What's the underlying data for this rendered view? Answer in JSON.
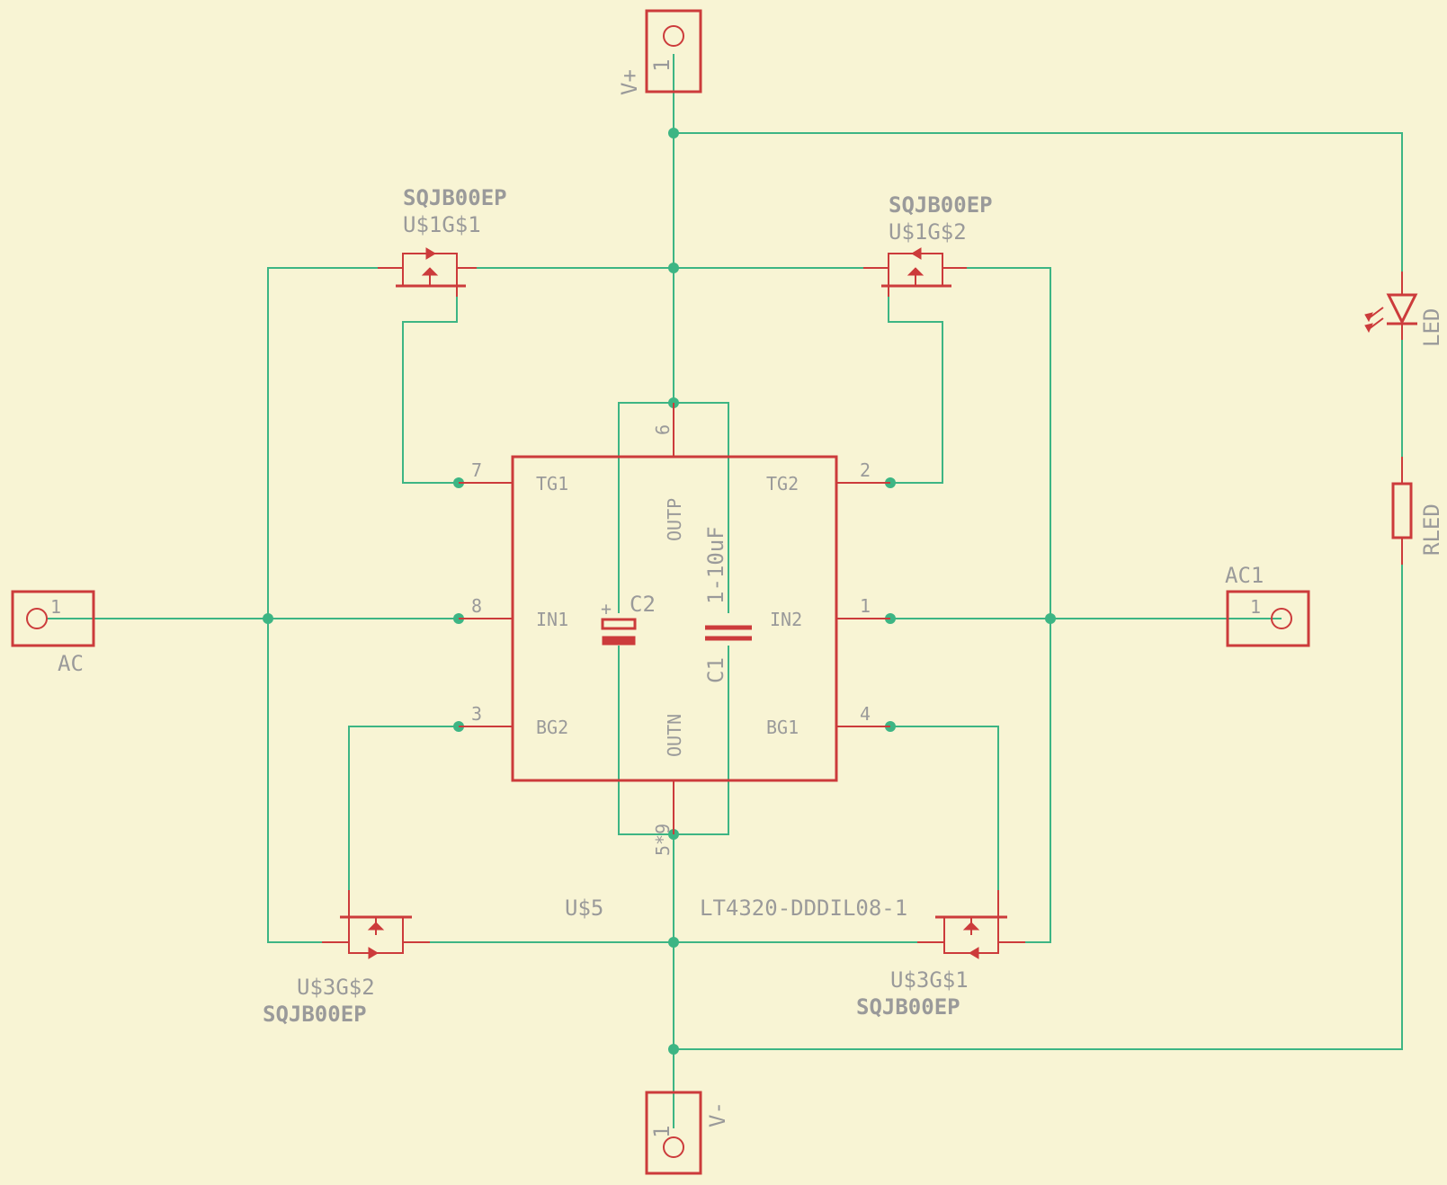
{
  "colors": {
    "background": "#f8f4d4",
    "wire": "#3db584",
    "symbol": "#cc3b3b",
    "label": "#9a9a9a"
  },
  "connectors": {
    "vplus": {
      "name": "V+",
      "pin": "1"
    },
    "vminus": {
      "name": "V-",
      "pin": "1"
    },
    "ac": {
      "name": "AC",
      "pin": "1"
    },
    "ac1": {
      "name": "AC1",
      "pin": "1"
    }
  },
  "ic": {
    "name": "U$5",
    "value": "LT4320-DDDIL08-1",
    "pins": {
      "tg1": {
        "label": "TG1",
        "num": "7"
      },
      "in1": {
        "label": "IN1",
        "num": "8"
      },
      "bg2": {
        "label": "BG2",
        "num": "3"
      },
      "tg2": {
        "label": "TG2",
        "num": "2"
      },
      "in2": {
        "label": "IN2",
        "num": "1"
      },
      "bg1": {
        "label": "BG1",
        "num": "4"
      },
      "outp": {
        "label": "OUTP",
        "num": "6"
      },
      "outn": {
        "label": "OUTN",
        "num": "5*9"
      }
    }
  },
  "mosfets": {
    "q1": {
      "value": "SQJB00EP",
      "name": "U$1G$1"
    },
    "q2": {
      "value": "SQJB00EP",
      "name": "U$1G$2"
    },
    "q3": {
      "value": "SQJB00EP",
      "name": "U$3G$2"
    },
    "q4": {
      "value": "SQJB00EP",
      "name": "U$3G$1"
    }
  },
  "capacitors": {
    "c1": {
      "name": "C1",
      "value": "1-10uF"
    },
    "c2": {
      "name": "C2",
      "plus": "+"
    }
  },
  "led": {
    "name": "LED"
  },
  "rled": {
    "name": "RLED"
  }
}
